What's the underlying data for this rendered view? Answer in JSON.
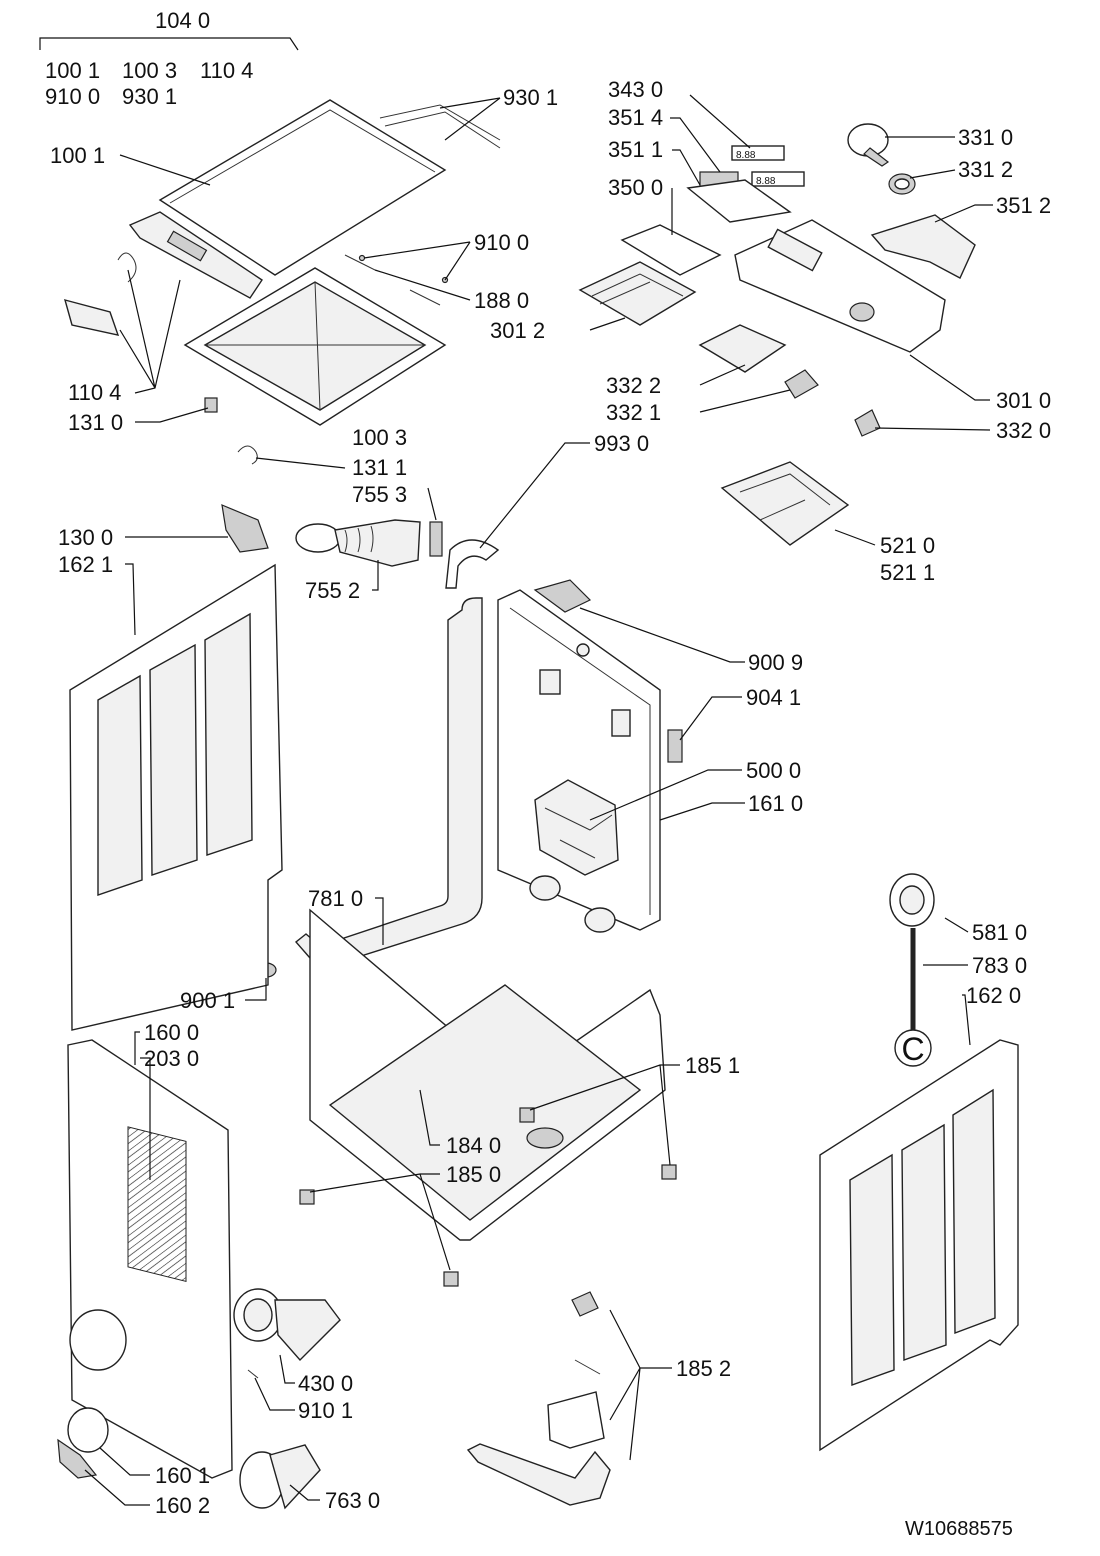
{
  "header": {
    "group_label": "104 0",
    "group_row1": [
      "100 1",
      "100 3",
      "110 4"
    ],
    "group_row2": [
      "910 0",
      "930 1"
    ]
  },
  "callouts": {
    "c930_1": "930 1",
    "c100_1": "100 1",
    "c343_0": "343 0",
    "c351_4": "351 4",
    "c351_1": "351 1",
    "c350_0": "350 0",
    "c331_0": "331 0",
    "c331_2": "331 2",
    "c351_2": "351 2",
    "c910_0": "910 0",
    "c188_0": "188 0",
    "c301_2": "301 2",
    "c110_4": "110 4",
    "c131_0": "131 0",
    "c100_3": "100 3",
    "c131_1": "131 1",
    "c755_3": "755 3",
    "c993_0": "993 0",
    "c332_2": "332 2",
    "c332_1": "332 1",
    "c301_0": "301 0",
    "c332_0": "332 0",
    "c130_0": "130 0",
    "c162_1": "162 1",
    "c755_2": "755 2",
    "c521_0": "521 0",
    "c521_1": "521 1",
    "c900_9": "900 9",
    "c904_1": "904 1",
    "c500_0": "500 0",
    "c161_0": "161 0",
    "c781_0": "781 0",
    "c581_0": "581 0",
    "c783_0": "783 0",
    "c900_1": "900 1",
    "c162_0": "162 0",
    "c160_0": "160 0",
    "c203_0": "203 0",
    "c185_1": "185 1",
    "c184_0": "184 0",
    "c185_0": "185 0",
    "c185_2": "185 2",
    "c430_0": "430 0",
    "c910_1": "910 1",
    "c160_1": "160 1",
    "c160_2": "160 2",
    "c763_0": "763 0"
  },
  "marker_c": "C",
  "display_digits_a": "8.88",
  "display_digits_b": "8.88",
  "drawing_number": "W10688575"
}
